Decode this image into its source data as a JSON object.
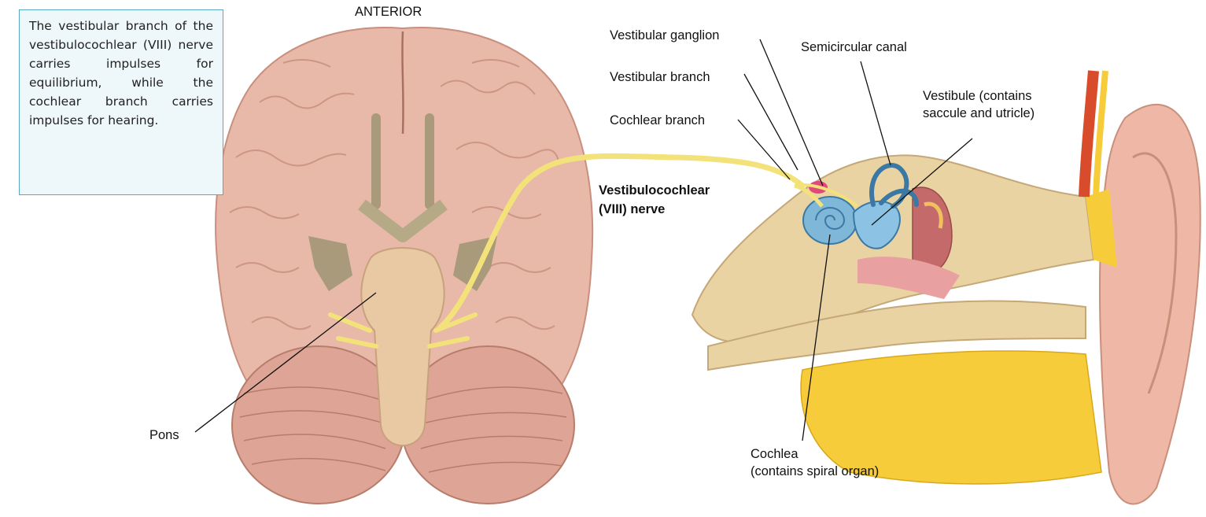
{
  "info_box": {
    "text": "The vestibular branch of the vestibulocochlear (VIII) nerve carries impulses for equilibrium, while the cochlear branch carries impulses for hearing."
  },
  "labels": {
    "anterior": "ANTERIOR",
    "pons": "Pons",
    "nerve_line1": "Vestibulocochlear",
    "nerve_line2": "(VIII) nerve",
    "vestibular_ganglion": "Vestibular ganglion",
    "vestibular_branch": "Vestibular branch",
    "cochlear_branch": "Cochlear branch",
    "semicircular_canal": "Semicircular canal",
    "vestibule_line1": "Vestibule (contains",
    "vestibule_line2": "saccule and utricle)",
    "cochlea_line1": "Cochlea",
    "cochlea_line2": "(contains spiral organ)"
  },
  "colors": {
    "brain_tissue": "#e8b8a8",
    "brainstem": "#e9c8a4",
    "nerve": "#f3e27a",
    "bone": "#e9d3a3",
    "fat": "#f7cc3a",
    "inner_ear": "#7fb7d9",
    "box_border": "#5aa7c4"
  }
}
